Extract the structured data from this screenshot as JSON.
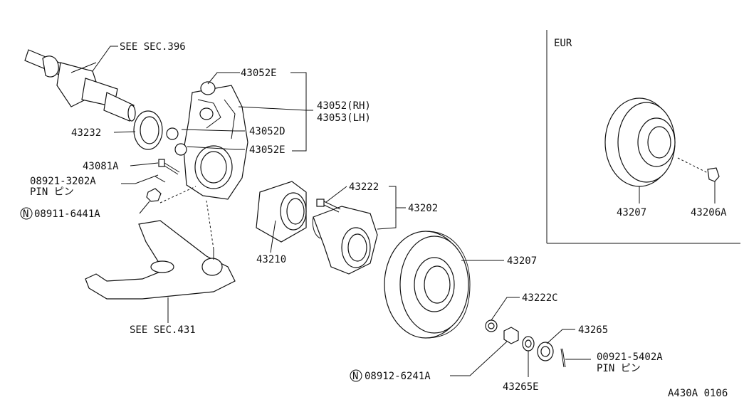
{
  "labels": {
    "see_sec_396": "SEE SEC.396",
    "p43052E_top": "43052E",
    "p43052_rh": "43052(RH)",
    "p43053_lh": "43053(LH)",
    "p43052D": "43052D",
    "p43052E_bottom": "43052E",
    "p43232": "43232",
    "p43081A": "43081A",
    "p08921_3202A": "08921-3202A",
    "pin_1": "PIN ピン",
    "n_mark_1": "N",
    "p08911_6441A": "08911-6441A",
    "p43222": "43222",
    "p43202": "43202",
    "p43210": "43210",
    "p43207_main": "43207",
    "see_sec_431": "SEE SEC.431",
    "p43222C": "43222C",
    "p43265": "43265",
    "p00921_5402A": "00921-5402A",
    "pin_2": "PIN ピン",
    "n_mark_2": "N",
    "p08912_6241A": "08912-6241A",
    "p43265E": "43265E",
    "eur": "EUR",
    "p43207_eur": "43207",
    "p43206A": "43206A",
    "drawing_code": "A430A 0106"
  }
}
